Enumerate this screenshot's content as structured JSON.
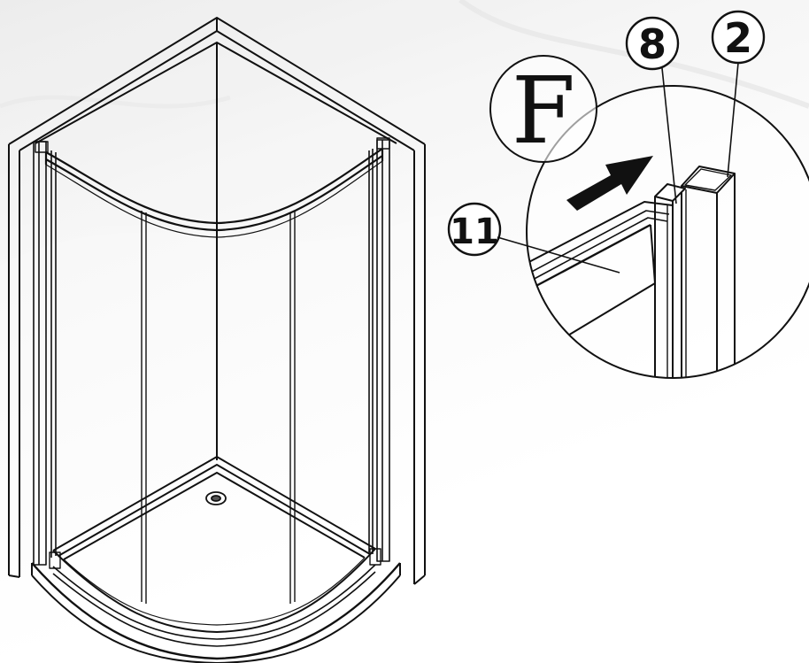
{
  "callouts": {
    "detail_letter": "F",
    "part_a": "8",
    "part_b": "2",
    "part_c": "11"
  },
  "colors": {
    "line": "#111111",
    "background": "#ffffff",
    "arrow": "#111111"
  },
  "icons": {
    "direction": "arrow-right-up-icon"
  }
}
